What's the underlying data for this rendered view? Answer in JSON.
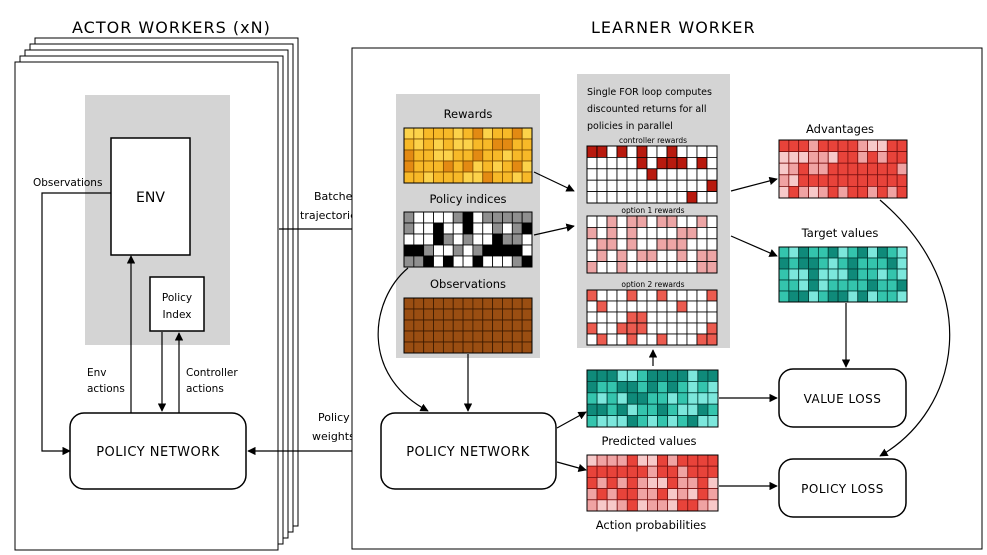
{
  "actor": {
    "title": "ACTOR WORKERS (xN)",
    "env_label": "ENV",
    "policy_index_line1": "Policy",
    "policy_index_line2": "Index",
    "observations_label": "Observations",
    "env_actions_line1": "Env",
    "env_actions_line2": "actions",
    "controller_actions_line1": "Controller",
    "controller_actions_line2": "actions",
    "policy_network_label": "POLICY NETWORK"
  },
  "transfer": {
    "batched_line1": "Batched",
    "batched_line2": "trajectories",
    "weights_line1": "Policy",
    "weights_line2": "weights"
  },
  "learner": {
    "title": "LEARNER WORKER",
    "rewards_label": "Rewards",
    "policy_indices_label": "Policy indices",
    "observations_label": "Observations",
    "for_loop_line1": "Single FOR loop computes",
    "for_loop_line2": "discounted returns for all",
    "for_loop_line3": "policies in parallel",
    "controller_rewards_label": "controller rewards",
    "option1_rewards_label": "option 1 rewards",
    "option2_rewards_label": "option 2 rewards",
    "advantages_label": "Advantages",
    "target_values_label": "Target values",
    "value_loss_label": "VALUE LOSS",
    "policy_loss_label": "POLICY LOSS",
    "predicted_values_label": "Predicted values",
    "action_probabilities_label": "Action probabilities",
    "policy_network_label": "POLICY NETWORK"
  },
  "colors": {
    "gray_panel": "#d4d4d4",
    "rewards": [
      "#f7b928",
      "#fcd24a",
      "#e38a13"
    ],
    "policy_indices": [
      "#000000",
      "#ffffff",
      "#8f8f8f"
    ],
    "observations": "#9a4e12",
    "controller_reward_fill": "#b81a0e",
    "option1_reward_fill": "#eda5a5",
    "option2_reward_fill": "#ec5b4f",
    "advantages": [
      "#e8433a",
      "#f0a3a3",
      "#f7c9c9"
    ],
    "values": [
      "#0f8a7a",
      "#34c4ad",
      "#7ce7dc"
    ],
    "action_probs": [
      "#e8433a",
      "#f0a3a3",
      "#f7c9c9"
    ]
  }
}
